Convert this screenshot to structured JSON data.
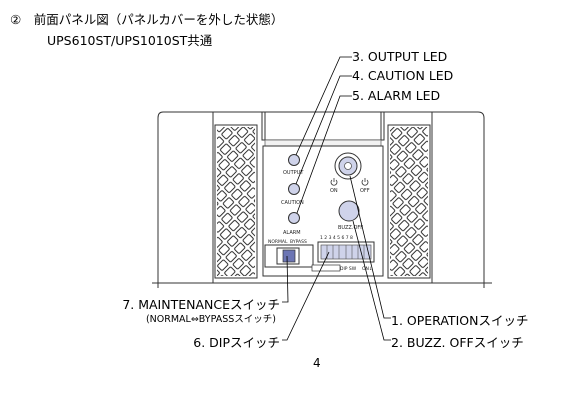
{
  "heading": "②　前面パネル図（パネルカバーを外した状態）",
  "subheading": "UPS610ST/UPS1010ST共通",
  "callouts": {
    "output_led": "3. OUTPUT LED",
    "caution_led": "4. CAUTION LED",
    "alarm_led": "5. ALARM LED",
    "maintenance_switch": "7. MAINTENANCEスイッチ",
    "maintenance_switch_note": "(NORMAL⇔BYPASSスイッチ)",
    "dip_switch": "6. DIPスイッチ",
    "operation_switch": "1. OPERATIONスイッチ",
    "buzz_off_switch": "2. BUZZ. OFFスイッチ"
  },
  "panel_labels": {
    "output": "OUTPUT",
    "caution": "CAUTION",
    "alarm": "ALARM",
    "on": "ON",
    "off": "OFF",
    "buzz_off": "BUZZ.OFF",
    "normal": "NORMAL",
    "bypass": "BYPASS",
    "dip_numbers": "1 2 3 4 5 6 7 8",
    "dip_sw": "DIP SW",
    "dip_on": "ON↓"
  },
  "page_number": "4"
}
